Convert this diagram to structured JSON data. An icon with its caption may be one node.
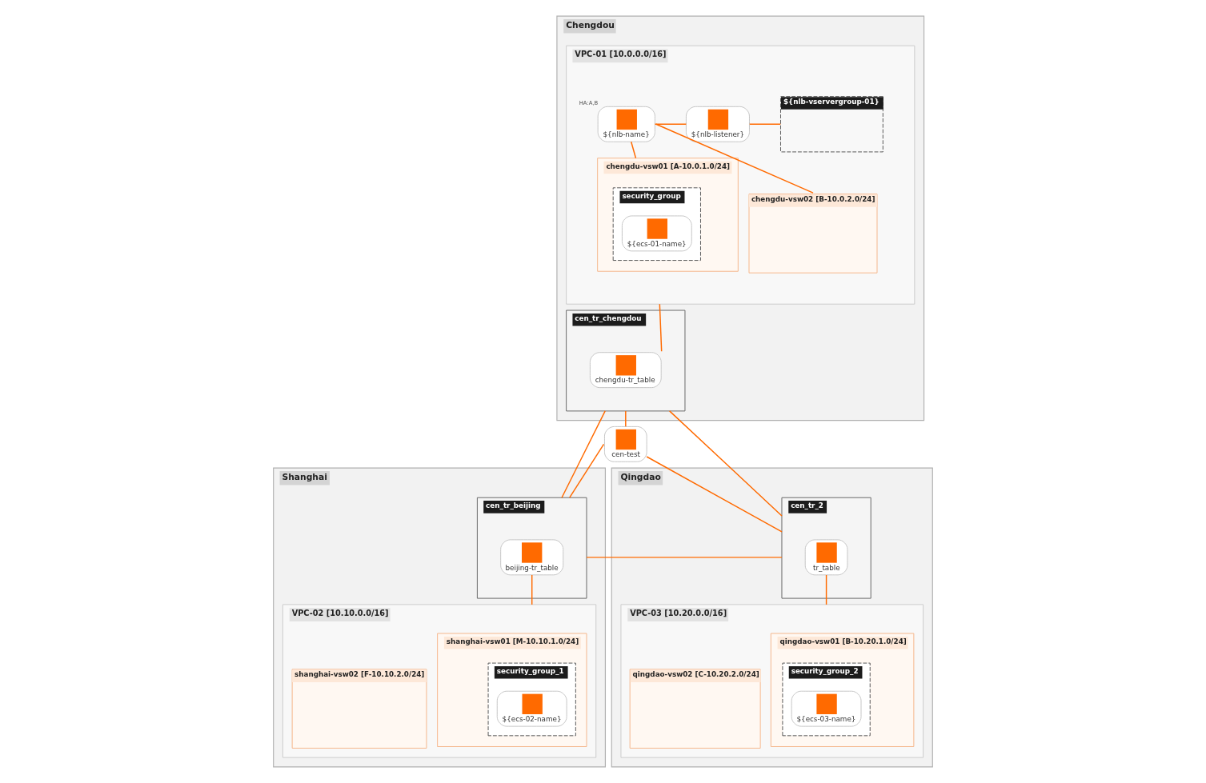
{
  "diagram": {
    "nodes": [
      {
        "text": [
          "Chengdou"
        ]
      },
      {
        "text": [
          "VPC-01 [10.0.0.0/16]"
        ],
        "in": 0
      },
      {
        "text": [
          "${nlb-name}"
        ],
        "beside": [
          "HA:A,B"
        ],
        "in": 1
      },
      {
        "text": [
          "${nlb-listener}"
        ],
        "in": 1
      },
      {
        "text": [
          "${nlb-vservergroup-01}"
        ],
        "in": 1
      },
      {
        "text": [
          "chengdu-vsw01 [A-10.0.1.0/24]"
        ],
        "in": 1
      },
      {
        "text": [
          "security_group"
        ],
        "in": 5
      },
      {
        "text": [
          "${ecs-01-name}"
        ],
        "in": 6
      },
      {
        "text": [
          "chengdu-vsw02 [B-10.0.2.0/24]"
        ],
        "in": 1
      },
      {
        "text": [
          "cen_tr_chengdou"
        ],
        "in": 0
      },
      {
        "text": [
          "chengdu-tr_table"
        ],
        "in": 9
      },
      {
        "text": [
          "cen-test"
        ]
      },
      {
        "text": [
          "Shanghai"
        ]
      },
      {
        "text": [
          "cen_tr_beijing"
        ],
        "in": 12
      },
      {
        "text": [
          "beijing-tr_table"
        ],
        "in": 13
      },
      {
        "text": [
          "VPC-02 [10.10.0.0/16]"
        ],
        "in": 12
      },
      {
        "text": [
          "shanghai-vsw01 [M-10.10.1.0/24]"
        ],
        "in": 15
      },
      {
        "text": [
          "security_group_1"
        ],
        "in": 16
      },
      {
        "text": [
          "${ecs-02-name}"
        ],
        "in": 17
      },
      {
        "text": [
          "shanghai-vsw02 [F-10.10.2.0/24]"
        ],
        "in": 15
      },
      {
        "text": [
          "Qingdao"
        ]
      },
      {
        "text": [
          "cen_tr_2"
        ],
        "in": 20
      },
      {
        "text": [
          "tr_table"
        ],
        "in": 21
      },
      {
        "text": [
          "VPC-03 [10.20.0.0/16]"
        ],
        "in": 20
      },
      {
        "text": [
          "qingdao-vsw01 [B-10.20.1.0/24]"
        ],
        "in": 23
      },
      {
        "text": [
          "security_group_2"
        ],
        "in": 24
      },
      {
        "text": [
          "${ecs-03-name}"
        ],
        "in": 25
      },
      {
        "text": [
          "qingdao-vsw02 [C-10.20.2.0/24]"
        ],
        "in": 23
      }
    ],
    "edges": [
      {
        "from": 2,
        "to": 3,
        "arrow": "none"
      },
      {
        "from": 3,
        "to": 4,
        "arrow": "none"
      },
      {
        "from": 2,
        "to": 5,
        "arrow": "none"
      },
      {
        "from": 2,
        "to": 8,
        "arrow": "none"
      },
      {
        "from": 1,
        "to": 10,
        "arrow": "none"
      },
      {
        "from": 9,
        "to": 13,
        "arrow": "none"
      },
      {
        "from": 9,
        "to": 11,
        "arrow": "none"
      },
      {
        "from": 9,
        "to": 21,
        "arrow": "none"
      },
      {
        "from": 11,
        "to": 13,
        "arrow": "none"
      },
      {
        "from": 11,
        "to": 21,
        "arrow": "none"
      },
      {
        "from": 13,
        "to": 21,
        "arrow": "none"
      },
      {
        "from": 14,
        "to": 15,
        "arrow": "none"
      },
      {
        "from": 22,
        "to": 23,
        "arrow": "none"
      }
    ]
  }
}
